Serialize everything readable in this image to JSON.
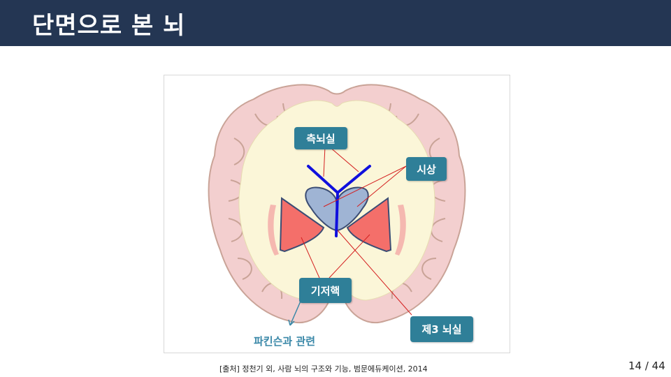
{
  "slide": {
    "title": "단면으로 본 뇌",
    "labels": {
      "lateral_ventricle": "측뇌실",
      "thalamus": "시상",
      "basal_ganglia": "기저핵",
      "third_ventricle": "제3 뇌실"
    },
    "parkinson_note": "파킨슨과 관련",
    "citation": "[출처] 정천기 외, 사람 뇌의 구조와 기능, 범문에듀케이션, 2014",
    "page_number": "14 / 44"
  },
  "colors": {
    "header_bg": "#243653",
    "label_bg": "#2f7f98",
    "pointer_line": "#d42020",
    "ventricle": "#1010dd",
    "thalamus_fill": "#9fb4d4",
    "basal_ganglia_fill": "#f46f6a",
    "brain_cortex": "#f3cfcf",
    "brain_white_matter": "#fbf6d8"
  }
}
